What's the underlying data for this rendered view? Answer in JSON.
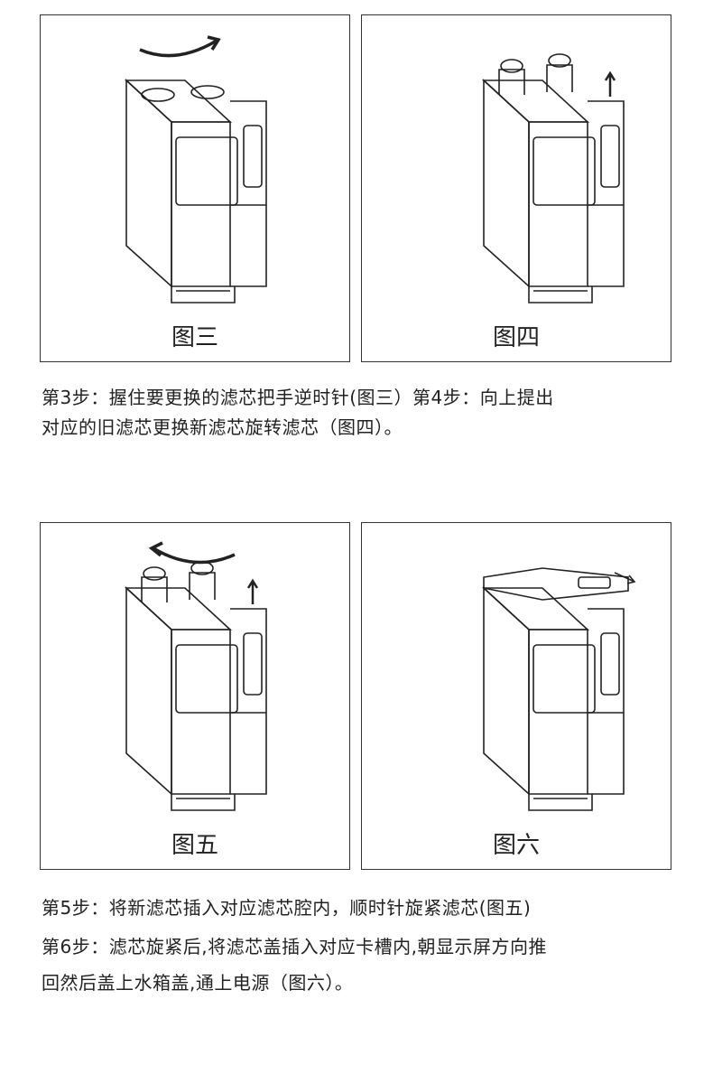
{
  "figures": [
    {
      "caption": "图三",
      "variant": "rotate-ccw-top"
    },
    {
      "caption": "图四",
      "variant": "lift-filters"
    },
    {
      "caption": "图五",
      "variant": "rotate-insert"
    },
    {
      "caption": "图六",
      "variant": "cover-push"
    }
  ],
  "instructions": {
    "step34_line1": "第3步：握住要更换的滤芯把手逆时针(图三）第4步：向上提出",
    "step34_line2": "对应的旧滤芯更换新滤芯旋转滤芯（图四）。",
    "step5_line1": "第5步：将新滤芯插入对应滤芯腔内，顺时针旋紧滤芯(图五)",
    "step6_line1": "第6步：滤芯旋紧后,将滤芯盖插入对应卡槽内,朝显示屏方向推",
    "step6_line2": "回然后盖上水箱盖,通上电源（图六）。"
  }
}
